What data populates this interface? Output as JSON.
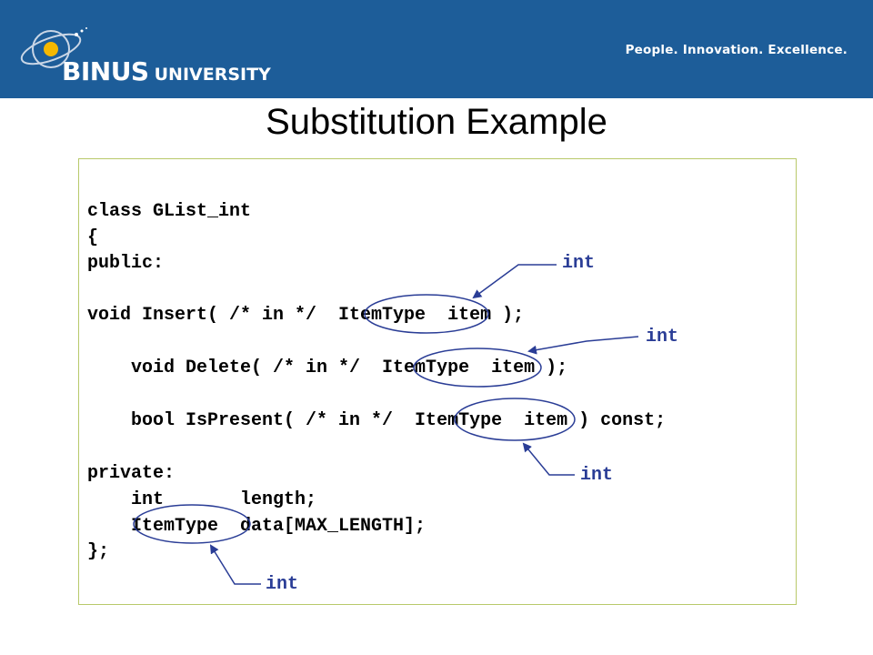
{
  "header": {
    "logo_main": "BINUS",
    "logo_sub": "UNIVERSITY",
    "tagline": "People. Innovation. Excellence."
  },
  "slide": {
    "title": "Substitution Example"
  },
  "code_lines": [
    "class GList_int",
    "{",
    "public:",
    "void Insert( /* in */  ItemType  item );",
    "    void Delete( /* in */  ItemType  item );",
    "    bool IsPresent( /* in */  ItemType  item ) const;",
    "private:",
    "    int       length;",
    "    ItemType  data[MAX_LENGTH];",
    "};"
  ],
  "annotations": [
    "int",
    "int",
    "int",
    "int"
  ],
  "colors": {
    "header_bg": "#1d5d99",
    "annotation": "#2a3d96",
    "box_border": "#b8c96a"
  }
}
